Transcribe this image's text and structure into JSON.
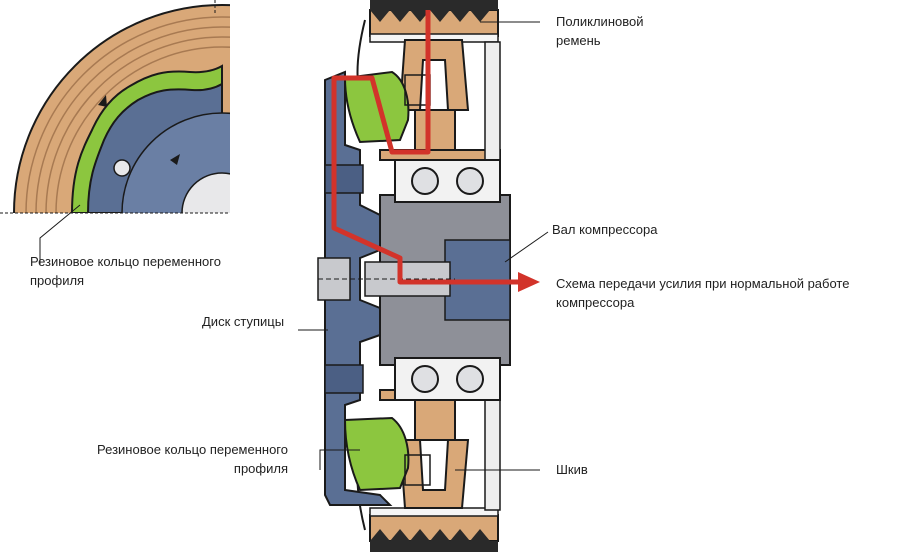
{
  "labels": {
    "belt": {
      "line1": "Поликлиновой",
      "line2": "ремень"
    },
    "shaft": "Вал компрессора",
    "force_path": {
      "line1": "Схема передачи усилия при нормальной работе",
      "line2": "компрессора"
    },
    "hub_disc": "Диск ступицы",
    "rubber_ring_top": {
      "line1": "Резиновое кольцо переменного",
      "line2": "профиля"
    },
    "rubber_ring_bottom": {
      "line1": "Резиновое кольцо переменного",
      "line2": "профиля"
    },
    "pulley": "Шкив"
  },
  "colors": {
    "pulley_tan": "#d9a878",
    "rubber_green": "#8cc63f",
    "hub_blue": "#5a6f94",
    "shaft_gray": "#8e9098",
    "force_red": "#d2332a",
    "outline": "#1a1a1a"
  }
}
